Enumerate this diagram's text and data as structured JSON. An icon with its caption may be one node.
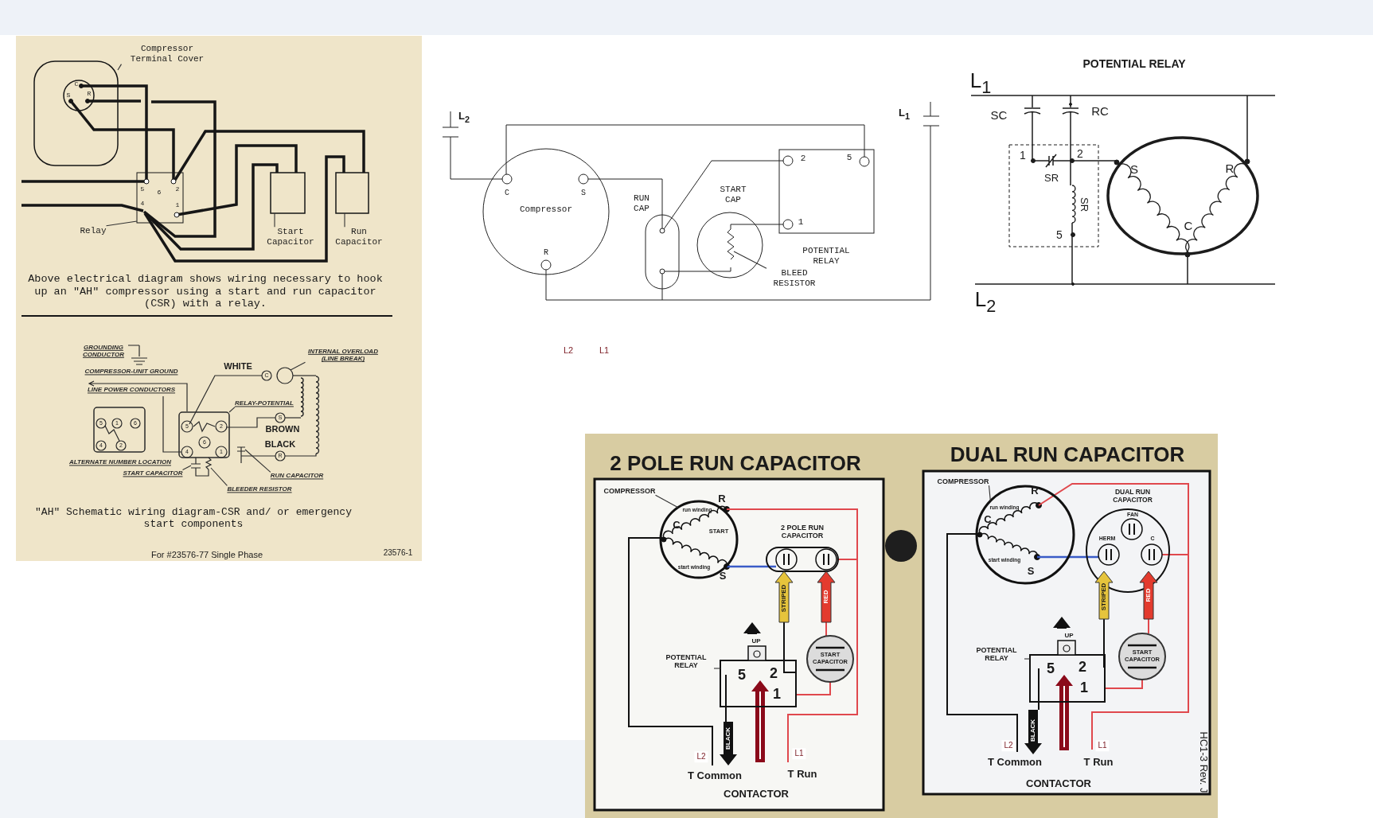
{
  "diagram": {
    "nodes": [
      {
        "text": [
          "Compressor Terminal Cover"
        ]
      },
      {
        "text": [
          "Relay"
        ]
      },
      {
        "text": [
          "Start Capacitor"
        ]
      },
      {
        "text": [
          "Run Capacitor"
        ]
      },
      {
        "text": [
          "GROUNDING CONDUCTOR"
        ]
      },
      {
        "text": [
          "INTERNAL OVERLOAD (LINE BREAK)"
        ]
      },
      {
        "text": [
          "RELAY-POTENTIAL"
        ]
      },
      {
        "text": [
          "START CAPACITOR"
        ]
      },
      {
        "text": [
          "RUN CAPACITOR"
        ]
      },
      {
        "text": [
          "BLEEDER RESISTOR"
        ]
      },
      {
        "text": [
          "BLEED RESISTOR"
        ]
      },
      {
        "text": [
          "COMPRESSOR"
        ]
      },
      {
        "text": [
          "POTENTIAL RELAY"
        ]
      },
      {
        "text": [
          "COMPRESSOR"
        ]
      },
      {
        "text": [
          "POTENTIAL RELAY"
        ]
      },
      {
        "text": [],
        "shape": "box"
      },
      {
        "text": [],
        "shape": "box"
      },
      {
        "text": [],
        "shape": "box"
      },
      {
        "text": [],
        "shape": "box"
      },
      {
        "text": [],
        "shape": "symbol"
      },
      {
        "text": [],
        "shape": "circle"
      },
      {
        "text": [],
        "shape": "box"
      },
      {
        "text": [],
        "shape": "symbol"
      },
      {
        "text": [],
        "shape": "symbol"
      },
      {
        "text": [],
        "shape": "symbol"
      },
      {
        "text": [],
        "shape": "symbol"
      },
      {
        "text": [],
        "shape": "circle"
      },
      {
        "text": [],
        "shape": "box"
      },
      {
        "text": [],
        "shape": "circle"
      },
      {
        "text": [],
        "shape": "box"
      },
      {
        "text": [],
        "shape": "box"
      },
      {
        "text": [],
        "shape": "circle"
      }
    ],
    "edges": [
      {
        "from": 0,
        "to": 15,
        "arrow": "none"
      },
      {
        "from": 1,
        "to": 16,
        "arrow": "none"
      },
      {
        "from": 2,
        "to": 17,
        "arrow": "none"
      },
      {
        "from": 3,
        "to": 18,
        "arrow": "none"
      },
      {
        "from": 4,
        "to": 19,
        "arrow": "none"
      },
      {
        "from": 5,
        "to": 20,
        "arrow": "none"
      },
      {
        "from": 6,
        "to": 21,
        "arrow": "none"
      },
      {
        "from": 7,
        "to": 22,
        "arrow": "none"
      },
      {
        "from": 8,
        "to": 23,
        "arrow": "none"
      },
      {
        "from": 9,
        "to": 24,
        "arrow": "none"
      },
      {
        "from": 10,
        "to": 25,
        "arrow": "none"
      },
      {
        "from": 11,
        "to": 26,
        "arrow": "none"
      },
      {
        "from": 12,
        "to": 27,
        "arrow": "none"
      },
      {
        "from": 13,
        "to": 28,
        "arrow": "none"
      },
      {
        "from": 14,
        "to": 29,
        "arrow": "none"
      }
    ],
    "labels": [
      "C",
      "S",
      "R",
      "5",
      "6",
      "2",
      "4",
      "1",
      "Above electrical diagram shows wiring necessary to hook up an \"AH\" compressor using a start and run capacitor (CSR) with a relay.",
      "COMPRESSOR-UNIT GROUND",
      "WHITE",
      "LINE POWER CONDUCTORS",
      "BROWN",
      "BLACK",
      "ALTERNATE NUMBER LOCATION",
      "C",
      "S",
      "R",
      "5",
      "1",
      "6",
      "4",
      "2",
      "5",
      "2",
      "6",
      "4",
      "1",
      "\"AH\" Schematic wiring diagram-CSR and/ or emergency start components",
      "For #23576-77 Single Phase",
      "23576-1",
      "L$_{2}$",
      "C",
      "S",
      "Compressor",
      "R",
      "RUN CAP",
      "START CAP",
      "2",
      "5",
      "1",
      "POTENTIAL RELAY",
      "L$_{1}$",
      "L2",
      "L1",
      "POTENTIAL RELAY",
      "L$_{1}$",
      "SC",
      "RC",
      "1",
      "2",
      "SR",
      "SR",
      "5",
      "S",
      "R",
      "C",
      "L$_{2}$",
      "2 POLE RUN CAPACITOR",
      "R",
      "C",
      "run winding",
      "START",
      "start winding",
      "S",
      "2 POLE RUN CAPACITOR",
      "STRIPED",
      "RED",
      "UP",
      "5",
      "2",
      "1",
      "START CAPACITOR",
      "BLACK",
      "L2",
      "L1",
      "T Common",
      "T Run",
      "CONTACTOR",
      "DUAL RUN CAPACITOR",
      "R",
      "C",
      "run winding",
      "start winding",
      "S",
      "DUAL RUN CAPACITOR",
      "FAN",
      "HERM",
      "C",
      "STRIPED",
      "RED",
      "UP",
      "5",
      "2",
      "1",
      "START CAPACITOR",
      "BLACK",
      "L2",
      "L1",
      "T Common",
      "T Run",
      "CONTACTOR",
      "HC1-3 Rev. J"
    ]
  }
}
